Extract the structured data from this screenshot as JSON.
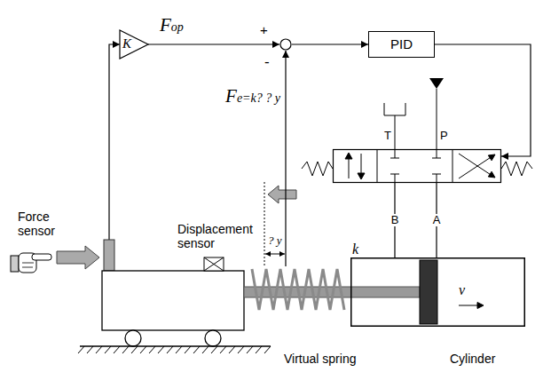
{
  "diagram": {
    "nodes": [
      {
        "text": [
          "K"
        ]
      },
      {
        "text": [
          "+",
          "-"
        ]
      },
      {
        "text": [
          "PID"
        ]
      },
      {
        "text": [
          "T",
          "P"
        ]
      },
      {
        "text": [
          "k",
          "Virtual spring"
        ]
      },
      {
        "text": [
          "v",
          "Cylinder"
        ]
      }
    ],
    "edges": [
      {
        "from": 0,
        "to": 1,
        "arrow": "to",
        "label": "Fop"
      },
      {
        "from": 1,
        "to": 2,
        "arrow": "to"
      },
      {
        "from": 2,
        "to": 3,
        "arrow": "to"
      },
      {
        "from": 3,
        "to": 5,
        "arrow": "none",
        "label": "B"
      },
      {
        "from": 3,
        "to": 5,
        "arrow": "none",
        "label": "A"
      },
      {
        "from": 4,
        "to": 1,
        "arrow": "to",
        "label": "Fe=k? ? y"
      }
    ],
    "labels": [
      "? y",
      "Displacement sensor",
      "Force sensor"
    ]
  }
}
